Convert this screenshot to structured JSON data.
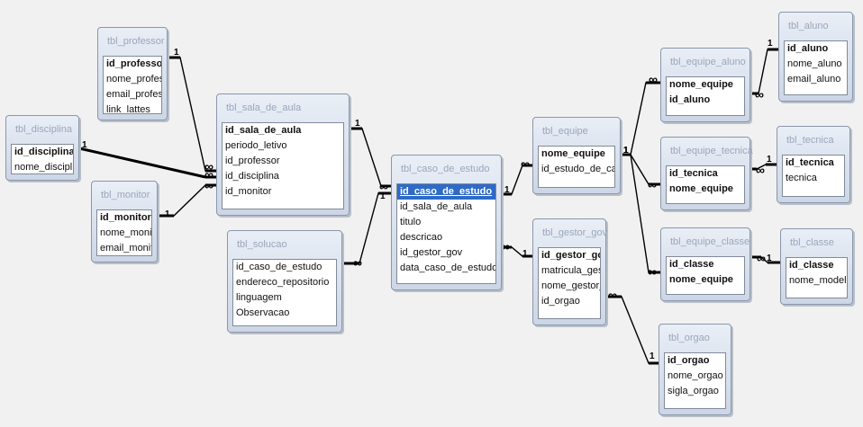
{
  "tables": [
    {
      "id": "professor",
      "title": "tbl_professor",
      "fields": [
        {
          "name": "id_professor",
          "pk": true
        },
        {
          "name": "nome_professor"
        },
        {
          "name": "email_professor"
        },
        {
          "name": "link_lattes"
        }
      ]
    },
    {
      "id": "disciplina",
      "title": "tbl_disciplina",
      "fields": [
        {
          "name": "id_disciplina",
          "pk": true
        },
        {
          "name": "nome_disciplina"
        }
      ]
    },
    {
      "id": "monitor",
      "title": "tbl_monitor",
      "fields": [
        {
          "name": "id_monitor",
          "pk": true
        },
        {
          "name": "nome_monitor"
        },
        {
          "name": "email_monitor"
        }
      ]
    },
    {
      "id": "sala_de_aula",
      "title": "tbl_sala_de_aula",
      "fields": [
        {
          "name": "id_sala_de_aula",
          "pk": true
        },
        {
          "name": "periodo_letivo"
        },
        {
          "name": "id_professor"
        },
        {
          "name": "id_disciplina"
        },
        {
          "name": "id_monitor"
        }
      ]
    },
    {
      "id": "solucao",
      "title": "tbl_solucao",
      "fields": [
        {
          "name": "id_caso_de_estudo"
        },
        {
          "name": "endereco_repositorio"
        },
        {
          "name": "linguagem"
        },
        {
          "name": "Observacao"
        }
      ]
    },
    {
      "id": "caso_de_estudo",
      "title": "tbl_caso_de_estudo",
      "fields": [
        {
          "name": "id_caso_de_estudo",
          "pk": true,
          "selected": true
        },
        {
          "name": "id_sala_de_aula"
        },
        {
          "name": "titulo"
        },
        {
          "name": "descricao"
        },
        {
          "name": "id_gestor_gov"
        },
        {
          "name": "data_caso_de_estudo"
        }
      ]
    },
    {
      "id": "equipe",
      "title": "tbl_equipe",
      "fields": [
        {
          "name": "nome_equipe",
          "pk": true
        },
        {
          "name": "id_estudo_de_caso"
        }
      ]
    },
    {
      "id": "gestor_gov",
      "title": "tbl_gestor_gov",
      "fields": [
        {
          "name": "id_gestor_gov",
          "pk": true
        },
        {
          "name": "matricula_gestor"
        },
        {
          "name": "nome_gestor_gov"
        },
        {
          "name": "id_orgao"
        }
      ]
    },
    {
      "id": "equipe_aluno",
      "title": "tbl_equipe_aluno",
      "fields": [
        {
          "name": "nome_equipe",
          "pk": true
        },
        {
          "name": "id_aluno",
          "pk": true
        }
      ]
    },
    {
      "id": "aluno",
      "title": "tbl_aluno",
      "fields": [
        {
          "name": "id_aluno",
          "pk": true
        },
        {
          "name": "nome_aluno"
        },
        {
          "name": "email_aluno"
        }
      ]
    },
    {
      "id": "equipe_tecnica",
      "title": "tbl_equipe_tecnica",
      "fields": [
        {
          "name": "id_tecnica",
          "pk": true
        },
        {
          "name": "nome_equipe",
          "pk": true
        }
      ]
    },
    {
      "id": "tecnica",
      "title": "tbl_tecnica",
      "fields": [
        {
          "name": "id_tecnica",
          "pk": true
        },
        {
          "name": "tecnica"
        }
      ]
    },
    {
      "id": "equipe_classe",
      "title": "tbl_equipe_classe",
      "fields": [
        {
          "name": "id_classe",
          "pk": true
        },
        {
          "name": "nome_equipe",
          "pk": true
        }
      ]
    },
    {
      "id": "classe",
      "title": "tbl_classe",
      "fields": [
        {
          "name": "id_classe",
          "pk": true
        },
        {
          "name": "nome_modelo"
        }
      ]
    },
    {
      "id": "orgao",
      "title": "tbl_orgao",
      "fields": [
        {
          "name": "id_orgao",
          "pk": true
        },
        {
          "name": "nome_orgao"
        },
        {
          "name": "sigla_orgao"
        }
      ]
    }
  ],
  "relationships": [
    {
      "from": "professor",
      "to": "sala_de_aula",
      "one": "1",
      "many": "∞"
    },
    {
      "from": "disciplina",
      "to": "sala_de_aula",
      "one": "1",
      "many": "∞"
    },
    {
      "from": "monitor",
      "to": "sala_de_aula",
      "one": "1",
      "many": "∞"
    },
    {
      "from": "sala_de_aula",
      "to": "caso_de_estudo",
      "one": "1",
      "many": "∞"
    },
    {
      "from": "caso_de_estudo",
      "to": "solucao",
      "one": "1",
      "many": "∞"
    },
    {
      "from": "caso_de_estudo",
      "to": "equipe",
      "one": "1",
      "many": "∞"
    },
    {
      "from": "gestor_gov",
      "to": "caso_de_estudo",
      "one": "1",
      "many": "∞"
    },
    {
      "from": "equipe",
      "to": "equipe_aluno",
      "one": "1",
      "many": "∞"
    },
    {
      "from": "equipe",
      "to": "equipe_tecnica",
      "one": "1",
      "many": "∞"
    },
    {
      "from": "equipe",
      "to": "equipe_classe",
      "one": "1",
      "many": "∞"
    },
    {
      "from": "aluno",
      "to": "equipe_aluno",
      "one": "1",
      "many": "∞"
    },
    {
      "from": "tecnica",
      "to": "equipe_tecnica",
      "one": "1",
      "many": "∞"
    },
    {
      "from": "classe",
      "to": "equipe_classe",
      "one": "1",
      "many": "∞"
    },
    {
      "from": "orgao",
      "to": "gestor_gov",
      "one": "1",
      "many": "∞"
    }
  ]
}
